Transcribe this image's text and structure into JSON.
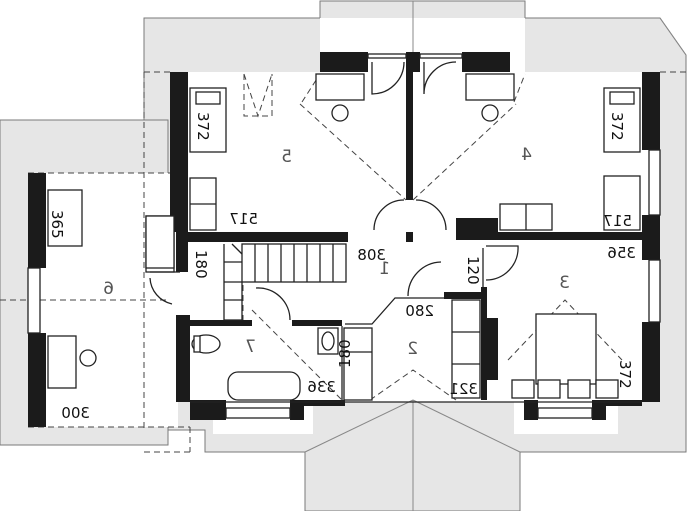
{
  "rooms": {
    "r1": "1",
    "r2": "2",
    "r3": "3",
    "r4": "4",
    "r5": "5",
    "r6": "6",
    "r7": "7"
  },
  "dimensions": {
    "d517_left": "517",
    "d517_right": "517",
    "d308": "308",
    "d356": "356",
    "d180_top": "180",
    "d120": "120",
    "d280": "280",
    "d336": "336",
    "d180_bottom": "180",
    "d321": "321",
    "d300": "300"
  },
  "beds": {
    "b5": "372",
    "b4": "372",
    "b3": "372",
    "b6": "365"
  },
  "colors": {
    "roof": "#e6e6e6",
    "wall": "#1b1b1b",
    "line": "#222222"
  }
}
